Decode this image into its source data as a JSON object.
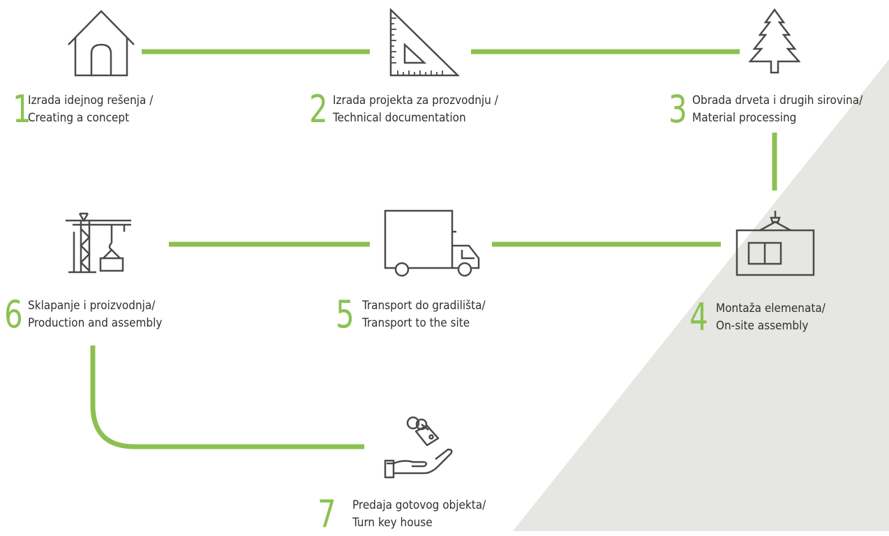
{
  "colors": {
    "accent": "#8cc152",
    "icon_stroke": "#4a4a4a",
    "text": "#2f2f2f",
    "background_triangle": "#e6e7e3"
  },
  "steps": [
    {
      "number": "1",
      "line1": "Izrada idejnog rešenja /",
      "line2": "Creating a concept",
      "icon": "house-icon"
    },
    {
      "number": "2",
      "line1": "Izrada projekta za prozvodnju /",
      "line2": "Technical documentation",
      "icon": "set-square-ruler-icon"
    },
    {
      "number": "3",
      "line1": "Obrada drveta i drugih sirovina/",
      "line2": "Material processing",
      "icon": "tree-icon"
    },
    {
      "number": "4",
      "line1": "Montaža elemenata/",
      "line2": "On-site assembly",
      "icon": "hoisted-panel-icon"
    },
    {
      "number": "5",
      "line1": "Transport do gradilišta/",
      "line2": "Transport to the site",
      "icon": "truck-icon"
    },
    {
      "number": "6",
      "line1": "Sklapanje i proizvodnja/",
      "line2": "Production and assembly",
      "icon": "crane-icon"
    },
    {
      "number": "7",
      "line1": "Predaja gotovog objekta/",
      "line2": "Turn key house",
      "icon": "hand-with-keys-icon"
    }
  ]
}
